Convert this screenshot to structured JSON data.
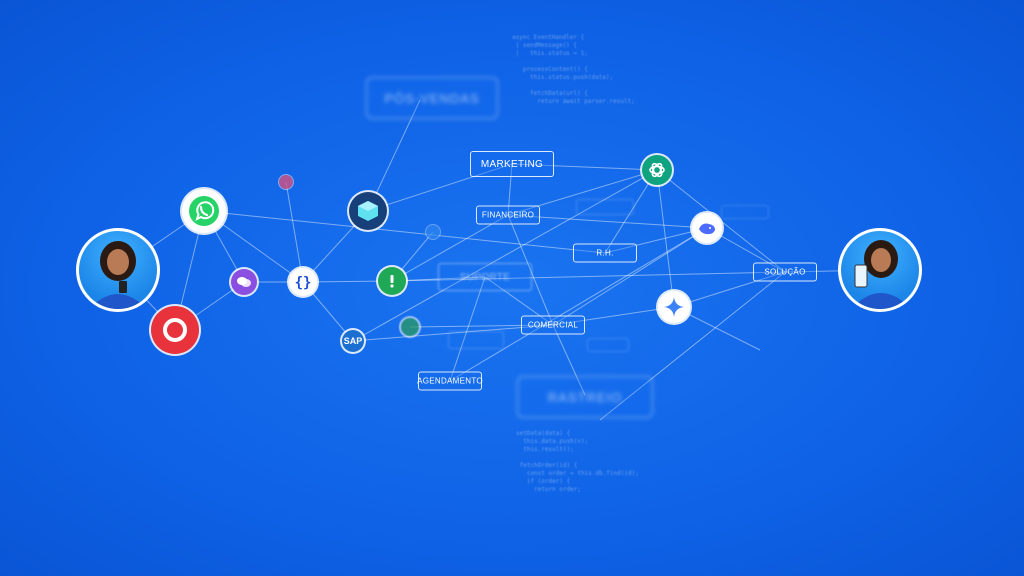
{
  "labels": {
    "pos_vendas": "PÓS-VENDAS",
    "marketing": "MARKETING",
    "financeiro": "FINANCEIRO",
    "rh": "R.H.",
    "suporte": "SUPORTE",
    "comercial": "COMERCIAL",
    "agendamento": "AGENDAMENTO",
    "rastreio": "RASTREIO",
    "solucao": "SOLUÇÃO",
    "sap": "SAP"
  },
  "icons": {
    "whatsapp": "whatsapp-icon",
    "instagram": "instagram-icon",
    "chat": "chat-bubble-icon",
    "n8n": "curly-brace-icon",
    "cube": "cube-icon",
    "alert": "exclamation-icon",
    "sap": "sap-icon",
    "openai": "openai-icon",
    "deepseek": "whale-icon",
    "gemini": "sparkle-icon"
  },
  "colors": {
    "background": "#0f62e6",
    "whatsapp": "#25d366",
    "instagram": "#e8323c",
    "chat": "#8a4ee0",
    "openai": "#10a37f",
    "deepseek": "#4d6bfe",
    "gemini": "#3b82f6"
  }
}
